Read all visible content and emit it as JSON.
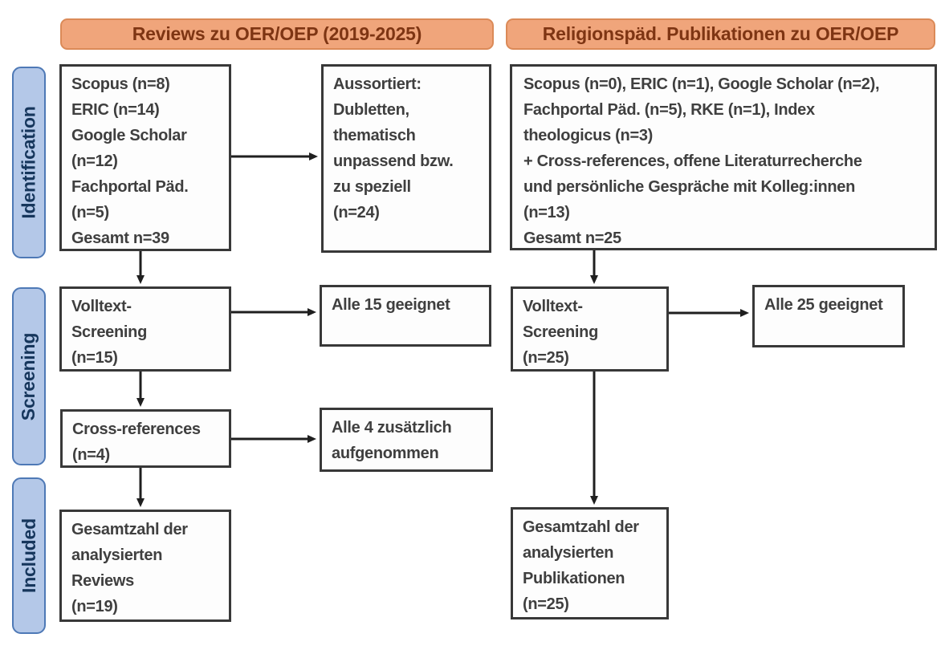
{
  "headers": {
    "left": "Reviews zu OER/OEP (2019-2025)",
    "right": "Religionspäd. Publikationen zu OER/OEP"
  },
  "stages": {
    "identification": "Identification",
    "screening": "Screening",
    "included": "Included"
  },
  "boxes": {
    "left_sources": "Scopus (n=8)\nERIC (n=14)\nGoogle Scholar\n(n=12)\nFachportal Päd.\n(n=5)\nGesamt n=39",
    "left_excluded": "Aussortiert:\nDubletten,\nthematisch\nunpassend bzw.\nzu speziell\n(n=24)",
    "left_fulltext": "Volltext-\nScreening\n(n=15)",
    "left_fulltext_result": "Alle 15 geeignet",
    "left_crossref": "Cross-references\n(n=4)",
    "left_crossref_result": "Alle 4 zusätzlich\naufgenommen",
    "left_included": "Gesamtzahl der\nanalysierten\nReviews\n(n=19)",
    "right_sources": "Scopus (n=0), ERIC (n=1), Google Scholar (n=2),\nFachportal Päd. (n=5), RKE (n=1), Index\ntheologicus (n=3)\n+ Cross-references, offene Literaturrecherche\nund persönliche Gespräche mit Kolleg:innen\n(n=13)\nGesamt n=25",
    "right_fulltext": "Volltext-\nScreening\n(n=25)",
    "right_fulltext_result": "Alle 25 geeignet",
    "right_included": "Gesamtzahl der\nanalysierten\nPublikationen\n(n=25)"
  },
  "colors": {
    "header_fill": "#F0A57B",
    "header_border": "#DB8A58",
    "header_text": "#7E3513",
    "stage_fill": "#B4C8E8",
    "stage_border": "#4E79B6",
    "stage_text": "#16365C",
    "box_border": "#383838",
    "box_text": "#3F3F3F",
    "arrow": "#1F1F1F",
    "background": "#FFFFFF"
  }
}
